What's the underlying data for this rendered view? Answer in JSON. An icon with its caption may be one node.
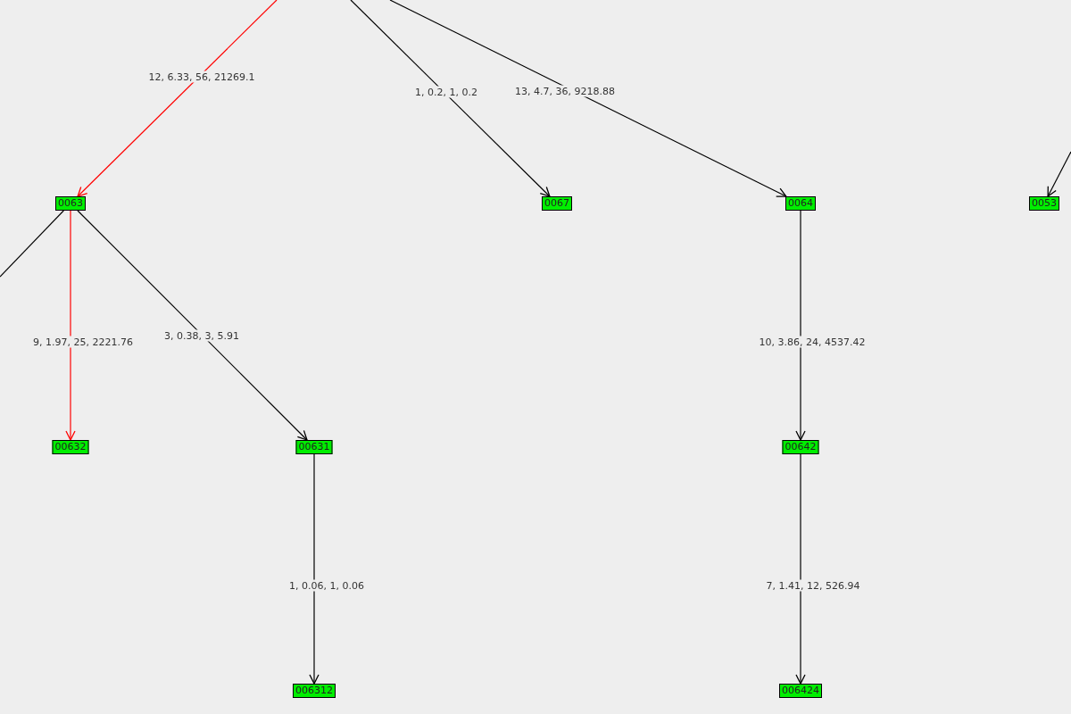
{
  "diagram": {
    "nodes": [
      {
        "text": [
          "0063"
        ]
      },
      {
        "text": [
          "0067"
        ]
      },
      {
        "text": [
          "0064"
        ]
      },
      {
        "text": [
          "0053"
        ]
      },
      {
        "text": [
          "00632"
        ]
      },
      {
        "text": [
          "00631"
        ]
      },
      {
        "text": [
          "00642"
        ]
      },
      {
        "text": [
          "006312"
        ]
      },
      {
        "text": [
          "006424"
        ]
      }
    ],
    "edges": [
      {
        "from": null,
        "to": 0,
        "arrow": "to",
        "label": "12, 6.33, 56, 21269.1",
        "color": "#ff0000"
      },
      {
        "from": null,
        "to": 1,
        "arrow": "to",
        "label": "1, 0.2, 1, 0.2"
      },
      {
        "from": null,
        "to": 2,
        "arrow": "to",
        "label": "13, 4.7, 36, 9218.88"
      },
      {
        "from": null,
        "to": 3,
        "arrow": "to"
      },
      {
        "from": 0,
        "to": null,
        "arrow": "none"
      },
      {
        "from": 0,
        "to": 4,
        "arrow": "to",
        "label": "9, 1.97, 25, 2221.76",
        "color": "#ff0000"
      },
      {
        "from": 0,
        "to": 5,
        "arrow": "to",
        "label": "3, 0.38, 3, 5.91"
      },
      {
        "from": 2,
        "to": 6,
        "arrow": "to",
        "label": "10, 3.86, 24, 4537.42"
      },
      {
        "from": 5,
        "to": 7,
        "arrow": "to",
        "label": "1, 0.06, 1, 0.06"
      },
      {
        "from": 6,
        "to": 8,
        "arrow": "to",
        "label": "7, 1.41, 12, 526.94"
      }
    ]
  }
}
